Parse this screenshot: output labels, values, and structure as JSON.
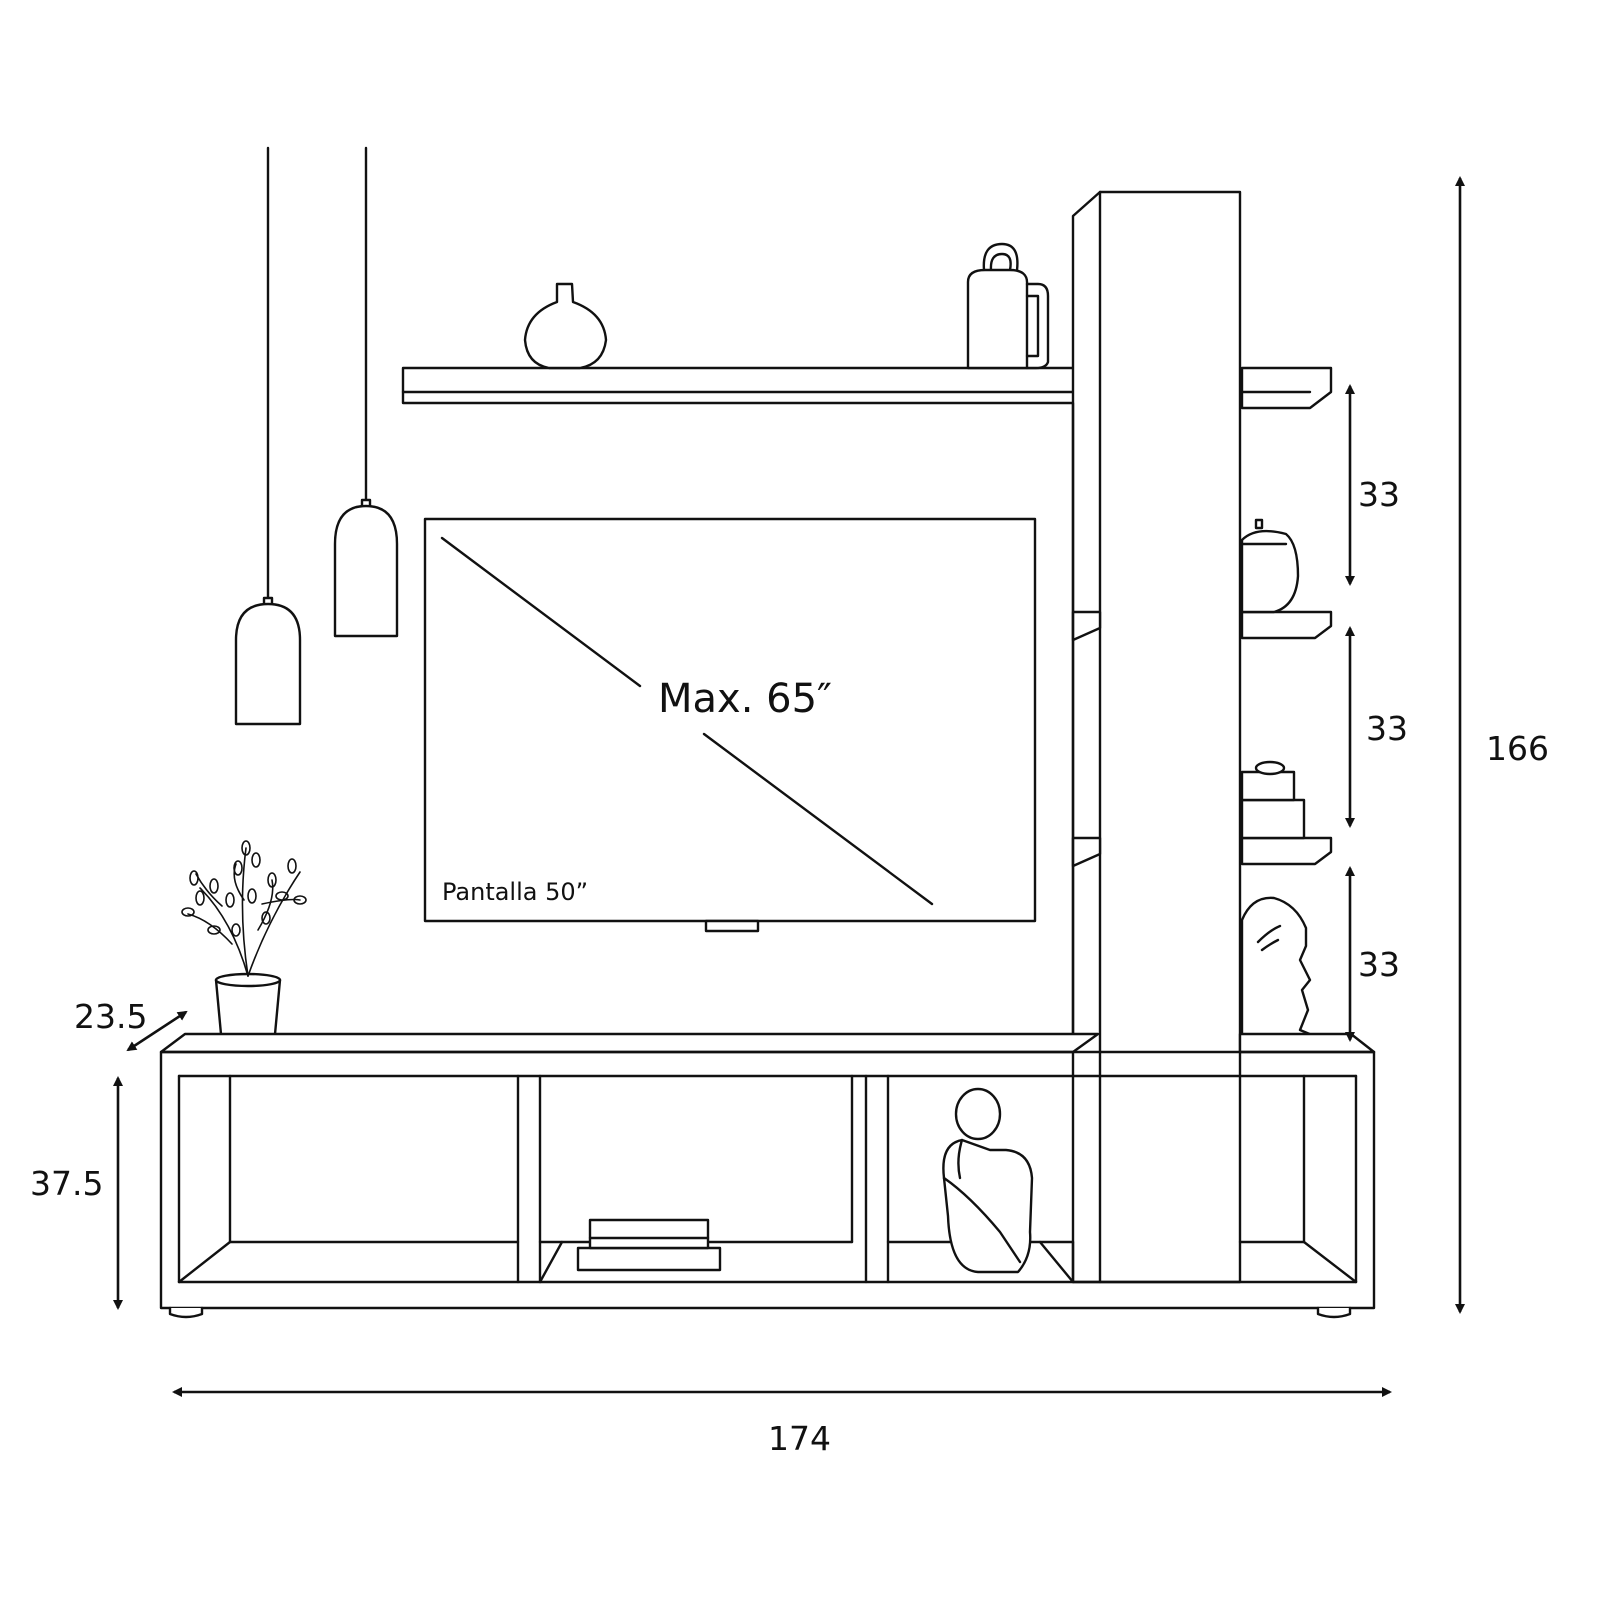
{
  "labels": {
    "tv_max": "Max. 65″",
    "tv_screen": "Pantalla 50”"
  },
  "dimensions": {
    "width": "174",
    "height": "166",
    "depth": "23.5",
    "base_height": "37.5",
    "shelf_gap_top": "33",
    "shelf_gap_middle": "33",
    "shelf_gap_bottom": "33"
  }
}
